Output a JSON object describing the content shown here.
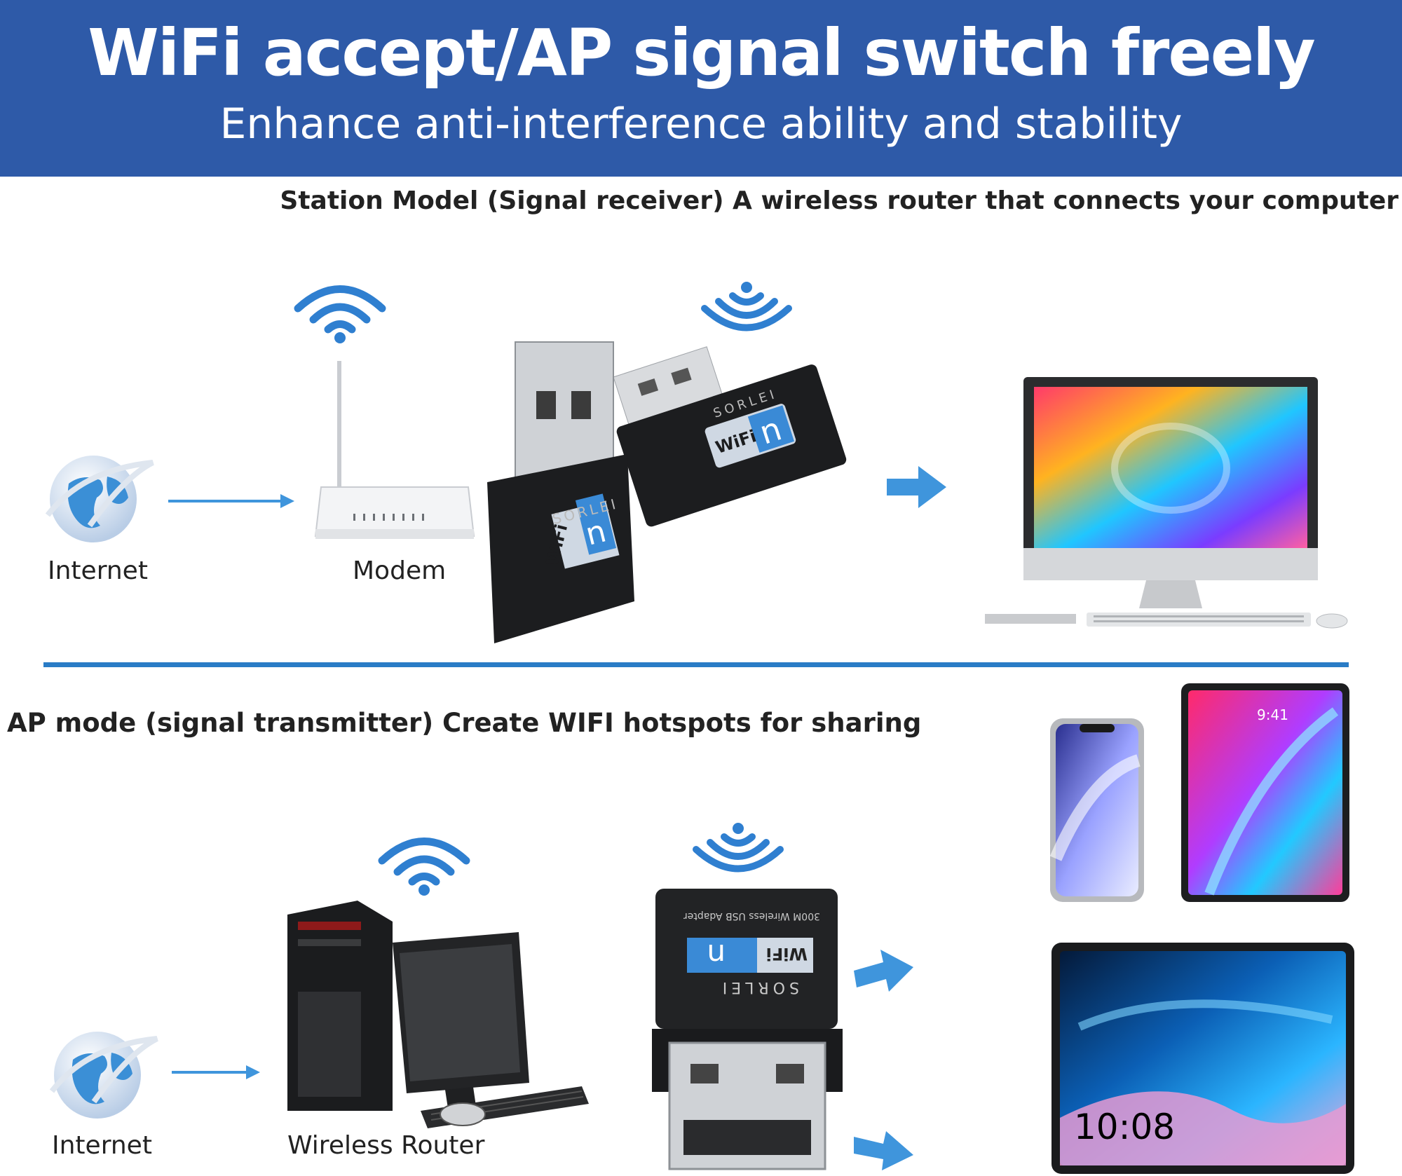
{
  "banner": {
    "title": "WiFi accept/AP signal switch freely",
    "subtitle": "Enhance anti-interference ability and stability",
    "background_color": "#2e5aa8"
  },
  "station_section": {
    "heading": "Station Model (Signal receiver) A wireless router that connects your computer",
    "internet_label": "Internet",
    "modem_label": "Modem"
  },
  "ap_section": {
    "heading": "AP mode (signal transmitter) Create WIFI hotspots for sharing",
    "internet_label": "Internet",
    "router_label": "Wireless Router"
  },
  "adapter": {
    "brand": "SORLEI",
    "wifi_badge": "WiFi",
    "n_badge": "n",
    "model_text": "300M Wireless USB Adapter"
  },
  "devices": {
    "tablet_time": "10:08",
    "ipad_time": "9:41"
  },
  "colors": {
    "accent_blue": "#2a7cc6",
    "arrow_blue": "#3f95dc",
    "signal_blue": "#2f7fd0"
  },
  "icons": [
    "globe-icon",
    "wifi-signal-icon",
    "arrow-right-icon",
    "modem-icon",
    "usb-adapter-icon",
    "monitor-icon",
    "desktop-pc-icon",
    "phone-icon",
    "tablet-icon"
  ]
}
